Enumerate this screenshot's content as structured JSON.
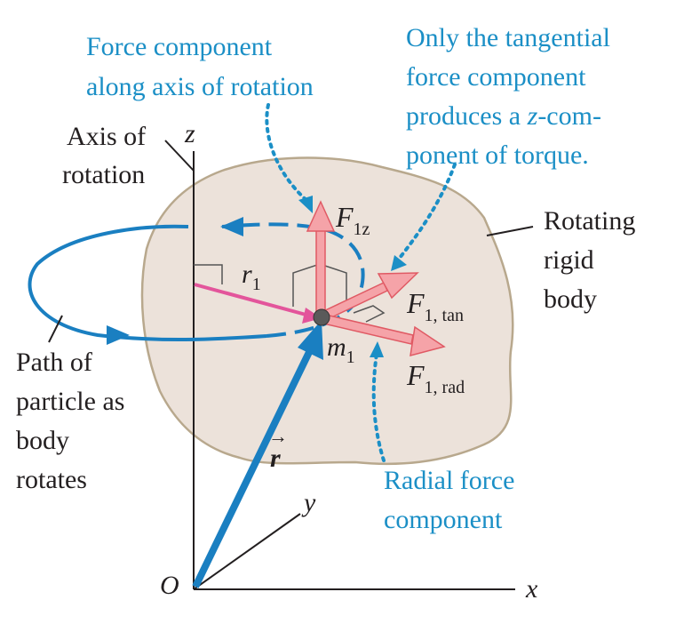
{
  "colors": {
    "body_fill": "#ece2da",
    "body_stroke": "#b8a88d",
    "path_blue": "#1a7fc1",
    "dotted_blue": "#1b8fc6",
    "force_fill": "#f5a3a8",
    "force_stroke": "#e05a64",
    "radius_pink": "#e3559b",
    "particle": "#555555",
    "text": "#231f20",
    "annotation_text": "#1b8fc6"
  },
  "axes": {
    "x": "x",
    "y": "y",
    "z": "z",
    "origin": "O"
  },
  "annotations": {
    "axis_of_rotation": [
      "Axis of",
      "rotation"
    ],
    "force_along_axis": [
      "Force component",
      "along axis of rotation"
    ],
    "tangential_note": {
      "line1": "Only the tangential",
      "line2": "force component",
      "line3_pre": "produces a ",
      "line3_var": "z",
      "line3_post": "-com-",
      "line4": "ponent of torque."
    },
    "rotating_body": [
      "Rotating",
      "rigid",
      "body"
    ],
    "path_of_particle": [
      "Path of",
      "particle as",
      "body",
      "rotates"
    ],
    "radial_note": [
      "Radial force",
      "component"
    ]
  },
  "symbols": {
    "r1_main": "r",
    "r1_sub": "1",
    "m1_main": "m",
    "m1_sub": "1",
    "f1z_main": "F",
    "f1z_sub": "1z",
    "f1tan_main": "F",
    "f1tan_sub": "1, tan",
    "f1rad_main": "F",
    "f1rad_sub": "1, rad",
    "r_vec": "r",
    "vec_arrow": "→"
  }
}
